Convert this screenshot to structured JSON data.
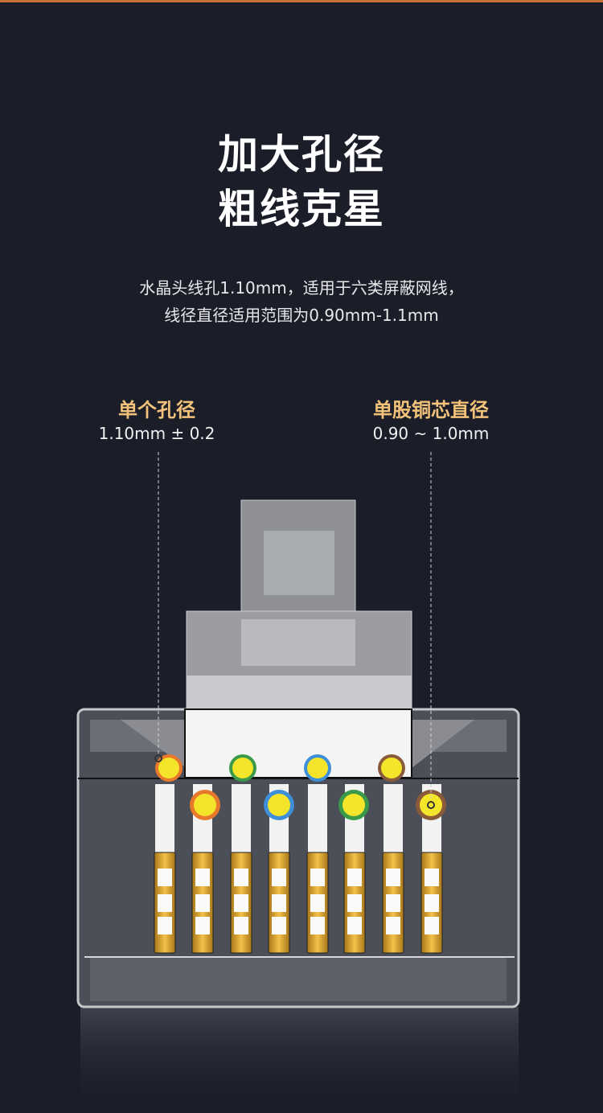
{
  "title": {
    "line1": "加大孔径",
    "line2": "粗线克星"
  },
  "description": {
    "line1": "水晶头线孔1.10mm，适用于六类屏蔽网线，",
    "line2": "线径直径适用范围为0.90mm-1.1mm"
  },
  "callouts": [
    {
      "heading": "单个孔径",
      "value": "1.10mm ± 0.2"
    },
    {
      "heading": "单股铜芯直径",
      "value": "0.90 ~ 1.0mm"
    }
  ],
  "colors": {
    "background": "#1b1e29",
    "accent": "#f2c27a",
    "top_line": "#c8703a",
    "core": "#f5e52a",
    "gold": "#d9a531"
  },
  "wire_colors_top": [
    "#e8782c",
    "#3a9a4a",
    "#3f8fd8",
    "#8a5a3a"
  ],
  "wire_colors_bottom": [
    "#e8782c",
    "#3f8fd8",
    "#3a9a4a",
    "#8a5a3a"
  ]
}
